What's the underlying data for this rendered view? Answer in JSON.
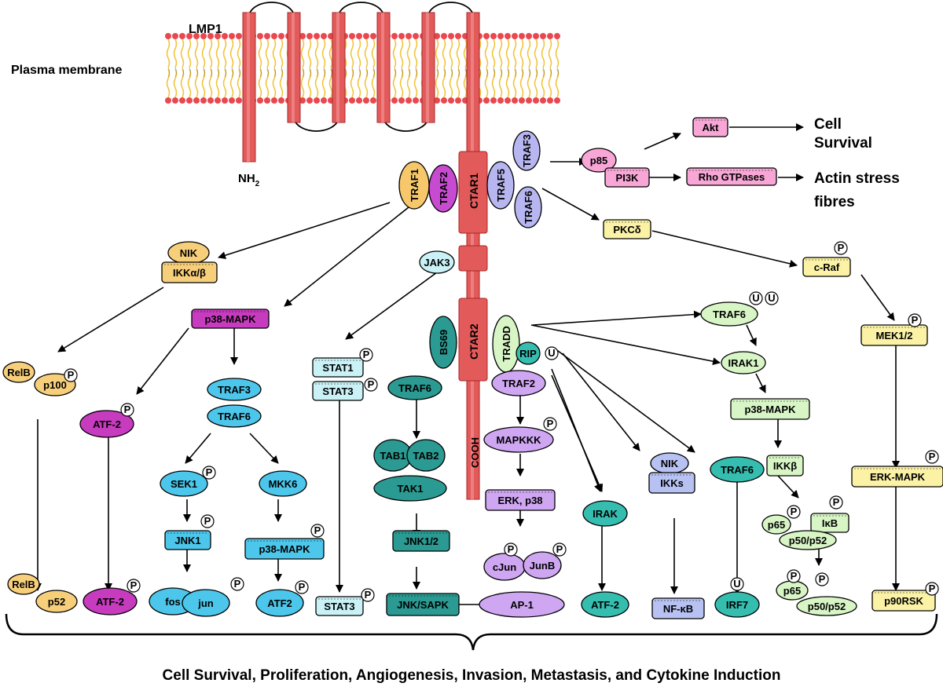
{
  "membrane": {
    "protein_label": "LMP1",
    "membrane_label": "Plasma membrane",
    "n_terminus": "NH",
    "n_terminus_sub": "2",
    "c_terminus": "COOH"
  },
  "domains": {
    "ctar1": "CTAR1",
    "ctar2": "CTAR2"
  },
  "nodes": {
    "traf1": "TRAF1",
    "traf2_top": "TRAF2",
    "traf3_top": "TRAF3",
    "traf5": "TRAF5",
    "traf6_top": "TRAF6",
    "p85": "p85",
    "pi3k": "PI3K",
    "akt": "Akt",
    "rho": "Rho GTPases",
    "pkcd": "PKCδ",
    "craf": "c-Raf",
    "mek": "MEK1/2",
    "erk_mapk": "ERK-MAPK",
    "p90rsk": "p90RSK",
    "nik_left": "NIK",
    "ikkab": "IKKα/β",
    "relb_top": "RelB",
    "p100": "p100",
    "relb_bot": "RelB",
    "p52": "p52",
    "p38_left": "p38-MAPK",
    "atf2_left": "ATF-2",
    "atf2_left_bot": "ATF-2",
    "traf3_mid": "TRAF3",
    "traf6_mid": "TRAF6",
    "sek1": "SEK1",
    "mkk6": "MKK6",
    "jnk1": "JNK1",
    "p38_mid": "p38-MAPK",
    "fos": "fos",
    "jun": "jun",
    "atf2_mid": "ATF2",
    "jak3": "JAK3",
    "stat1": "STAT1",
    "stat3": "STAT3",
    "stat3_bot": "STAT3",
    "bs69": "BS69",
    "traf6_bs": "TRAF6",
    "tab1": "TAB1",
    "tab2": "TAB2",
    "tak1": "TAK1",
    "jnk12": "JNK1/2",
    "jnksapk": "JNK/SAPK",
    "tradd": "TRADD",
    "rip": "RIP",
    "traf2_bot": "TRAF2",
    "mapkkk": "MAPKKK",
    "erkp38": "ERK, p38",
    "cjun": "cJun",
    "junb": "JunB",
    "ap1": "AP-1",
    "irak": "IRAK",
    "atf2_right": "ATF-2",
    "nik_right": "NIK",
    "ikks": "IKKs",
    "nfkb": "NF-κB",
    "traf6_irf": "TRAF6",
    "irf7": "IRF7",
    "traf6_u": "TRAF6",
    "irak1": "IRAK1",
    "p38_right": "p38-MAPK",
    "ikkb": "IKKβ",
    "p65": "p65",
    "ikb": "IκB",
    "p50p52": "p50/p52",
    "p65_bot": "p65",
    "p50p52_bot": "p50/p52"
  },
  "badges": {
    "phospho": "P",
    "ubiquitin": "U"
  },
  "outcomes": {
    "cell_survival": "Cell\nSurvival",
    "actin": "Actin stress\nfibres",
    "footer": "Cell Survival, Proliferation, Angiogenesis, Invasion, Metastasis, and Cytokine Induction"
  },
  "colors": {
    "membrane_head": "#e8484f",
    "membrane_tail": "#f2c43c",
    "lmp1": "#e35a5a",
    "traf1": "#f6c86b",
    "traf2": "#c64bd0",
    "traf_blue": "#b8b6f0",
    "pink": "#f7a6d6",
    "yellow": "#fbf2a6",
    "orange": "#f7cf7b",
    "magenta": "#c73bbf",
    "cyan": "#4cc6ea",
    "light_cyan": "#c9f1f6",
    "teal": "#2a9a92",
    "lavender": "#cfa6f2",
    "sea": "#35bdb0",
    "periwinkle": "#b7c2f3",
    "light_green": "#d8f5c6"
  }
}
